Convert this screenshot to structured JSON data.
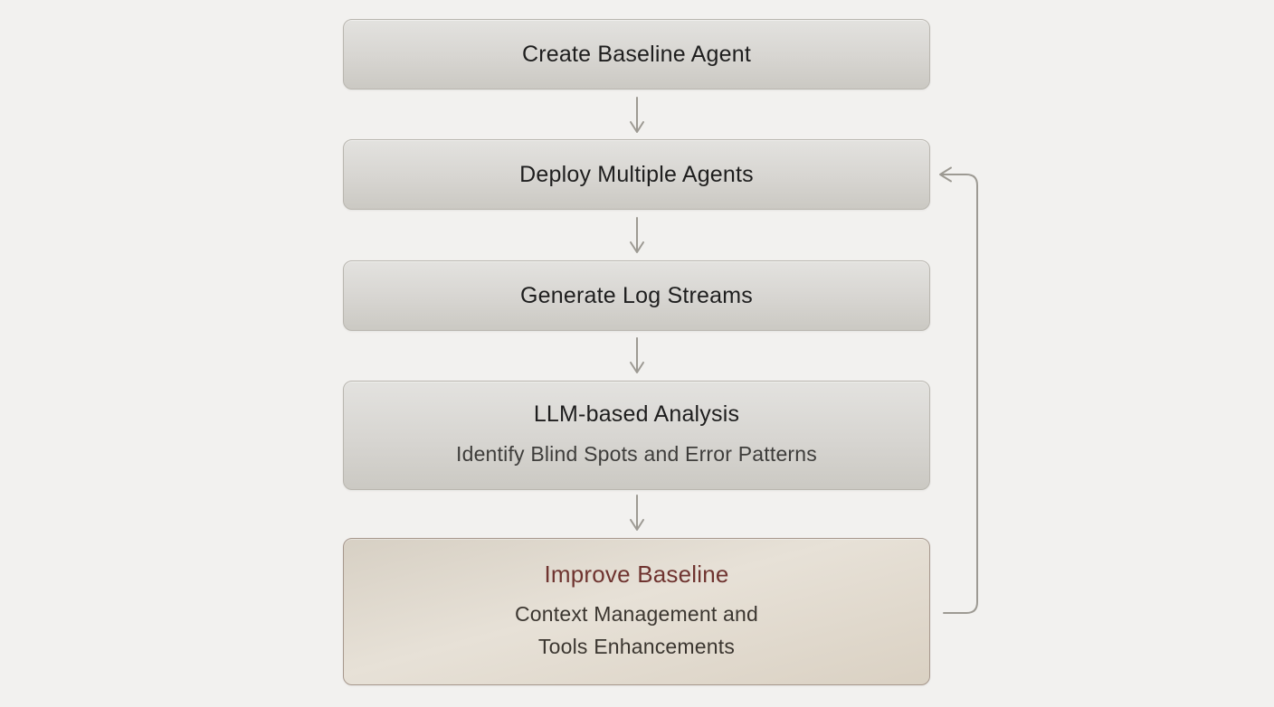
{
  "diagram": {
    "background_color": "#f2f1ef",
    "arrow_color": "#9d9a93",
    "nodes": [
      {
        "id": "create-baseline-agent",
        "title": "Create Baseline Agent",
        "variant": "gray"
      },
      {
        "id": "deploy-multiple-agents",
        "title": "Deploy Multiple Agents",
        "variant": "gray"
      },
      {
        "id": "generate-log-streams",
        "title": "Generate Log Streams",
        "variant": "gray"
      },
      {
        "id": "llm-based-analysis",
        "title": "LLM-based Analysis",
        "subtitle": "Identify Blind Spots and Error Patterns",
        "variant": "gray"
      },
      {
        "id": "improve-baseline",
        "title": "Improve Baseline",
        "subtitle": "Context Management and\nTools Enhancements",
        "variant": "accent"
      }
    ],
    "connections": [
      {
        "from": "create-baseline-agent",
        "to": "deploy-multiple-agents",
        "style": "down-arrow"
      },
      {
        "from": "deploy-multiple-agents",
        "to": "generate-log-streams",
        "style": "down-arrow"
      },
      {
        "from": "generate-log-streams",
        "to": "llm-based-analysis",
        "style": "down-arrow"
      },
      {
        "from": "llm-based-analysis",
        "to": "improve-baseline",
        "style": "down-arrow"
      },
      {
        "from": "improve-baseline",
        "to": "deploy-multiple-agents",
        "style": "feedback-loop-right-side"
      }
    ],
    "colors": {
      "node_gray_top": "#e3e2df",
      "node_gray_bottom": "#cbc9c3",
      "node_gray_border": "#b9b6af",
      "node_accent_top": "#d7d0c4",
      "node_accent_mid": "#e7e1d7",
      "node_accent_bottom": "#dad1c3",
      "node_accent_border": "#a6978c",
      "title_color": "#1e1e1e",
      "subtitle_color": "#3e3d3b",
      "accent_title_color": "#6f3430"
    }
  }
}
